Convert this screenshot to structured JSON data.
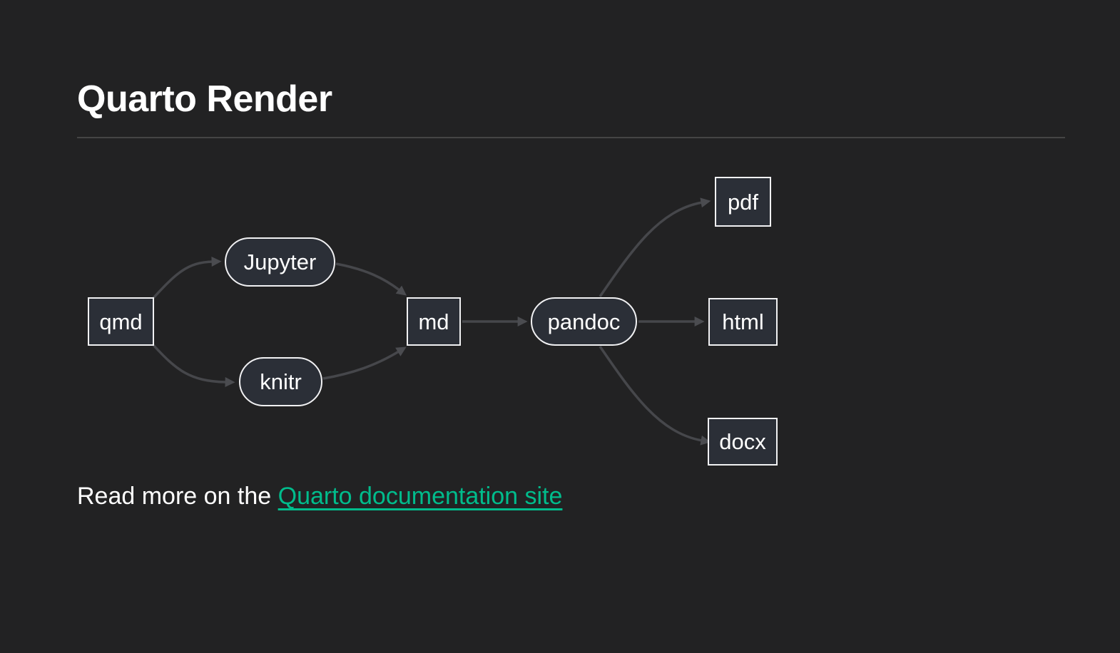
{
  "header": {
    "title": "Quarto Render"
  },
  "diagram": {
    "type": "flowchart-left-to-right",
    "nodes": [
      {
        "id": "qmd",
        "label": "qmd",
        "shape": "rect"
      },
      {
        "id": "jupyter",
        "label": "Jupyter",
        "shape": "stadium"
      },
      {
        "id": "knitr",
        "label": "knitr",
        "shape": "stadium"
      },
      {
        "id": "md",
        "label": "md",
        "shape": "rect"
      },
      {
        "id": "pandoc",
        "label": "pandoc",
        "shape": "stadium"
      },
      {
        "id": "pdf",
        "label": "pdf",
        "shape": "rect"
      },
      {
        "id": "html",
        "label": "html",
        "shape": "rect"
      },
      {
        "id": "docx",
        "label": "docx",
        "shape": "rect"
      }
    ],
    "edges": [
      {
        "from": "qmd",
        "to": "jupyter"
      },
      {
        "from": "qmd",
        "to": "knitr"
      },
      {
        "from": "jupyter",
        "to": "md"
      },
      {
        "from": "knitr",
        "to": "md"
      },
      {
        "from": "md",
        "to": "pandoc"
      },
      {
        "from": "pandoc",
        "to": "pdf"
      },
      {
        "from": "pandoc",
        "to": "html"
      },
      {
        "from": "pandoc",
        "to": "docx"
      }
    ]
  },
  "footer": {
    "text_before_link": "Read more on the ",
    "link_text": "Quarto documentation site"
  },
  "colors": {
    "page_background": "#222223",
    "node_fill": "#2b2f37",
    "node_border": "#f1f1f3",
    "node_text": "#ffffff",
    "edge": "#46474b",
    "title_text": "#ffffff",
    "divider": "#454545",
    "link": "#00bc8c"
  }
}
